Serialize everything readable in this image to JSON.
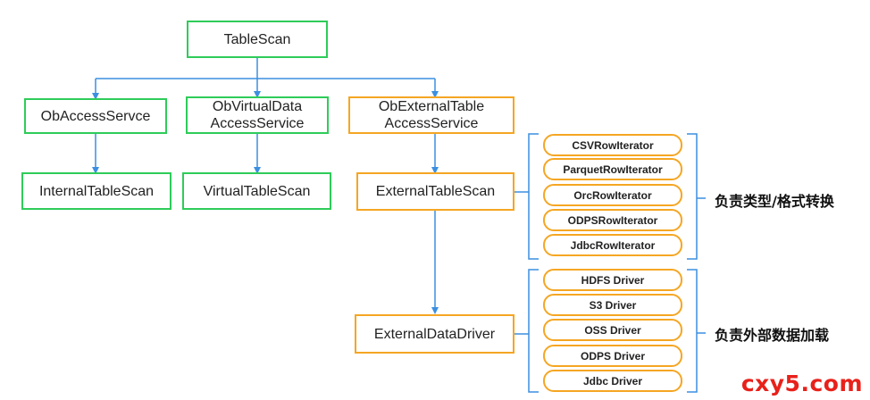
{
  "nodes": {
    "table_scan": "TableScan",
    "ob_access_service": "ObAccessServce",
    "ob_virtual_data_access_service": "ObVirtualData\nAccessService",
    "ob_external_table_access_service": "ObExternalTable\nAccessService",
    "internal_table_scan": "InternalTableScan",
    "virtual_table_scan": "VirtualTableScan",
    "external_table_scan": "ExternalTableScan",
    "external_data_driver": "ExternalDataDriver"
  },
  "iterators": [
    "CSVRowIterator",
    "ParquetRowIterator",
    "OrcRowIterator",
    "ODPSRowIterator",
    "JdbcRowIterator"
  ],
  "drivers": [
    "HDFS Driver",
    "S3 Driver",
    "OSS Driver",
    "ODPS Driver",
    "Jdbc Driver"
  ],
  "labels": {
    "iterators_group": "负责类型/格式转换",
    "drivers_group": "负责外部数据加载"
  },
  "watermark": "cxy5.com",
  "colors": {
    "green_border": "#2ecc59",
    "orange_border": "#f5a623",
    "arrow": "#3b8fe0",
    "bracket": "#3b8fe0",
    "watermark": "#e8211b"
  }
}
